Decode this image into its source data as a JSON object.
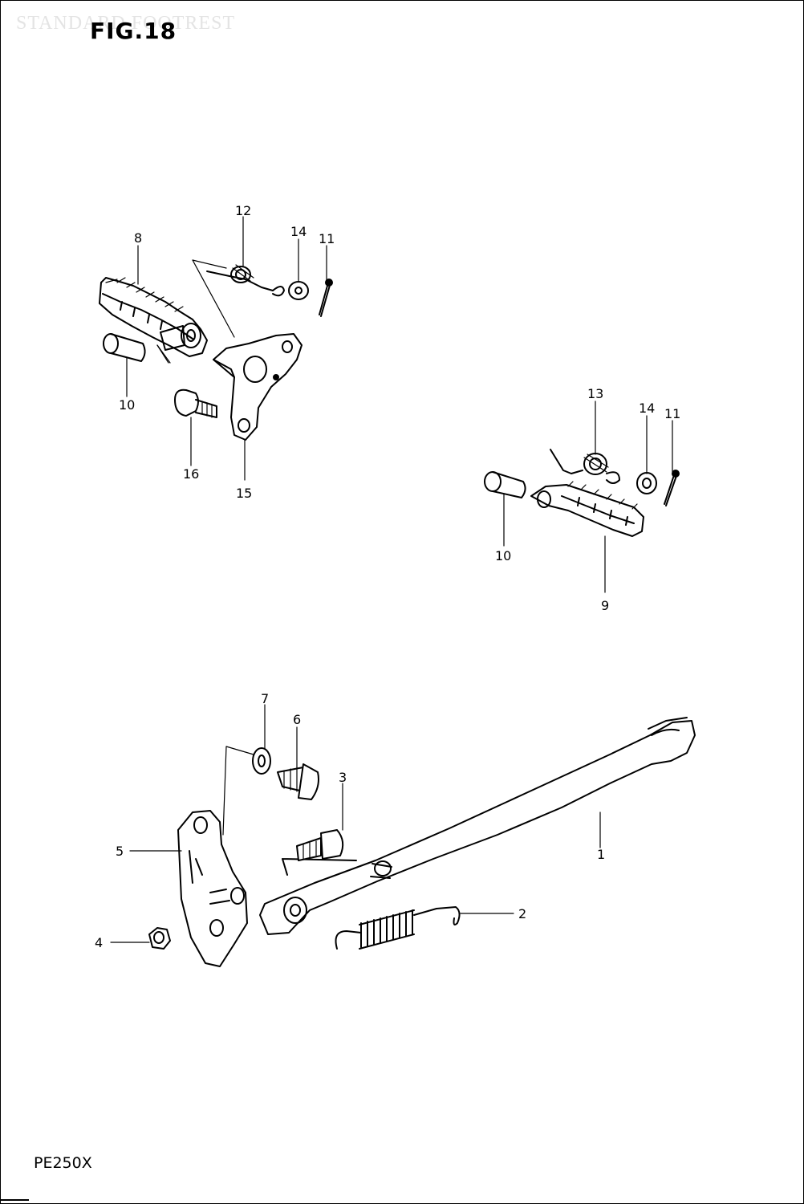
{
  "figure": {
    "title": "FIG.18",
    "watermark": "STANDARD FOOTREST",
    "model": "PE250X"
  },
  "callouts": {
    "c1": "1",
    "c2": "2",
    "c3": "3",
    "c4": "4",
    "c5": "5",
    "c6": "6",
    "c7": "7",
    "c8": "8",
    "c9": "9",
    "c10a": "10",
    "c10b": "10",
    "c11a": "11",
    "c11b": "11",
    "c12": "12",
    "c13": "13",
    "c14a": "14",
    "c14b": "14",
    "c15": "15",
    "c16": "16"
  }
}
